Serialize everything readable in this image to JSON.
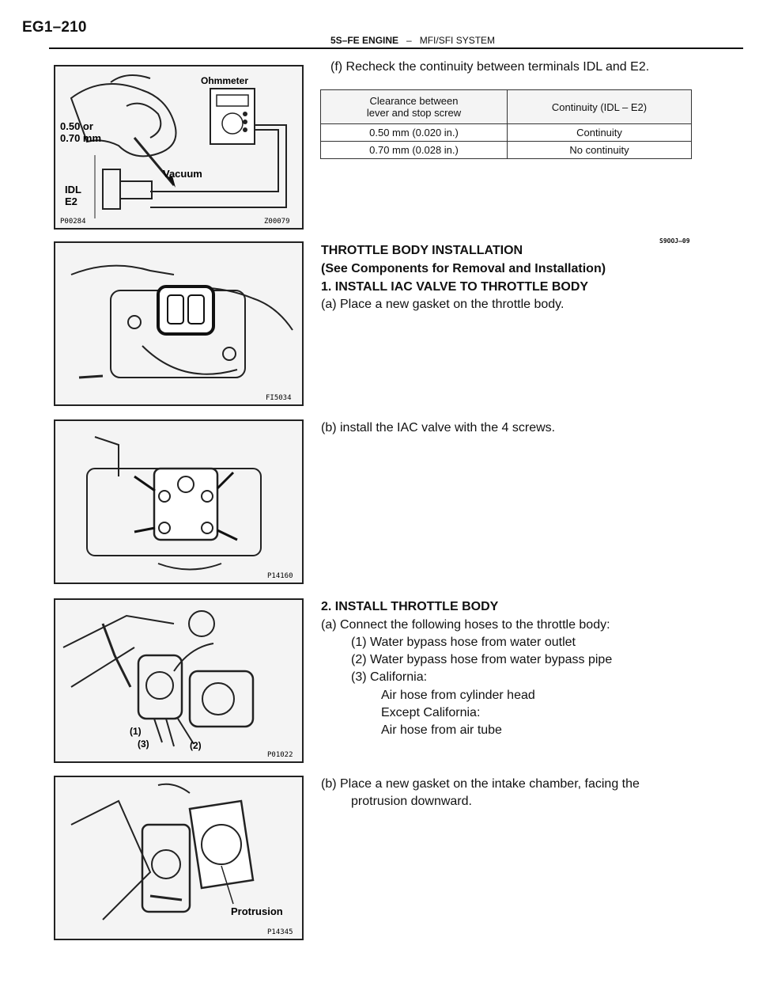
{
  "header": {
    "page_code": "EG1–210",
    "section": "5S–FE ENGINE",
    "separator": "–",
    "subsection": "MFI/SFI SYSTEM"
  },
  "step_f": {
    "text": "(f) Recheck the continuity between terminals IDL and E2."
  },
  "continuity_table": {
    "col1_header_line1": "Clearance between",
    "col1_header_line2": "lever and stop screw",
    "col2_header": "Continuity (IDL – E2)",
    "rows": [
      {
        "clearance": "0.50 mm (0.020 in.)",
        "continuity": "Continuity"
      },
      {
        "clearance": "0.70 mm (0.028 in.)",
        "continuity": "No continuity"
      }
    ]
  },
  "figures": {
    "fig1": {
      "label_ohmmeter": "Ohmmeter",
      "label_clearance1": "0.50 or",
      "label_clearance2": "0.70 mm",
      "label_vacuum": "Vacuum",
      "label_idl": "IDL",
      "label_e2": "E2",
      "code_left": "P00284",
      "code_right": "Z00079"
    },
    "fig2": {
      "code": "FI5034"
    },
    "fig3": {
      "code": "P14160"
    },
    "fig4": {
      "label_1": "(1)",
      "label_3": "(3)",
      "label_2": "(2)",
      "code": "P01022"
    },
    "fig5": {
      "label_protrusion": "Protrusion",
      "code": "P14345"
    }
  },
  "installation": {
    "section_code": "S9OOJ–09",
    "title": "THROTTLE BODY INSTALLATION",
    "subtitle": "(See Components for Removal and Installation)",
    "step1_title": "1. INSTALL IAC VALVE TO THROTTLE BODY",
    "step1_a": "(a) Place a new gasket on the throttle body.",
    "step1_b": "(b) install the IAC valve with the 4 screws.",
    "step2_title": "2. INSTALL THROTTLE BODY",
    "step2_a": "(a) Connect the following hoses to the throttle body:",
    "step2_a1": "(1) Water bypass hose from water outlet",
    "step2_a2": "(2) Water bypass hose from water bypass pipe",
    "step2_a3": "(3) California:",
    "step2_a3_cal": "Air hose from cylinder head",
    "step2_a3_except": "Except California:",
    "step2_a3_except_hose": "Air hose from air tube",
    "step2_b_line1": "(b) Place a new gasket on the intake chamber, facing the",
    "step2_b_line2": "protrusion downward."
  }
}
